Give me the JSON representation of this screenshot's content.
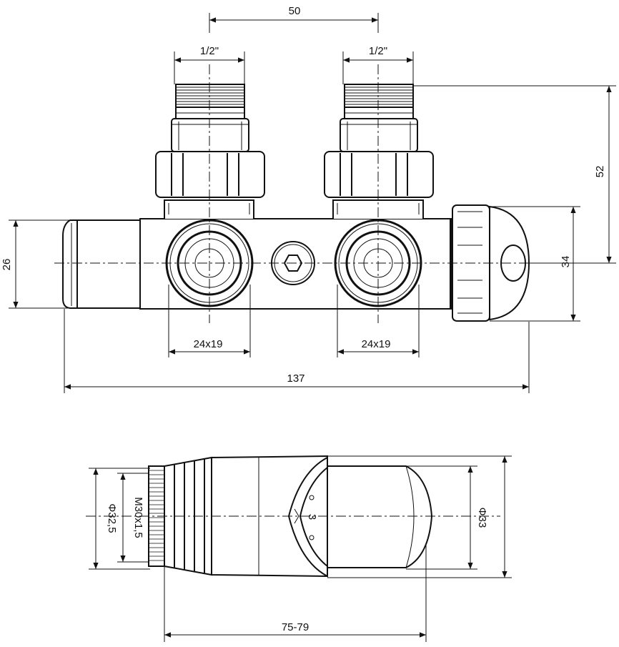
{
  "dimensions": {
    "pitch": "50",
    "thread_left": "1/2\"",
    "thread_right": "1/2\"",
    "height_to_thread": "52",
    "body_height": "26",
    "head_height": "34",
    "nut_left": "24x19",
    "nut_right": "24x19",
    "overall_length": "137",
    "head_diameter_outer": "Φ32,5",
    "head_thread": "M30x1,5",
    "cap_diameter": "Φ33",
    "head_length": "75-79"
  },
  "dial_marking": "3"
}
